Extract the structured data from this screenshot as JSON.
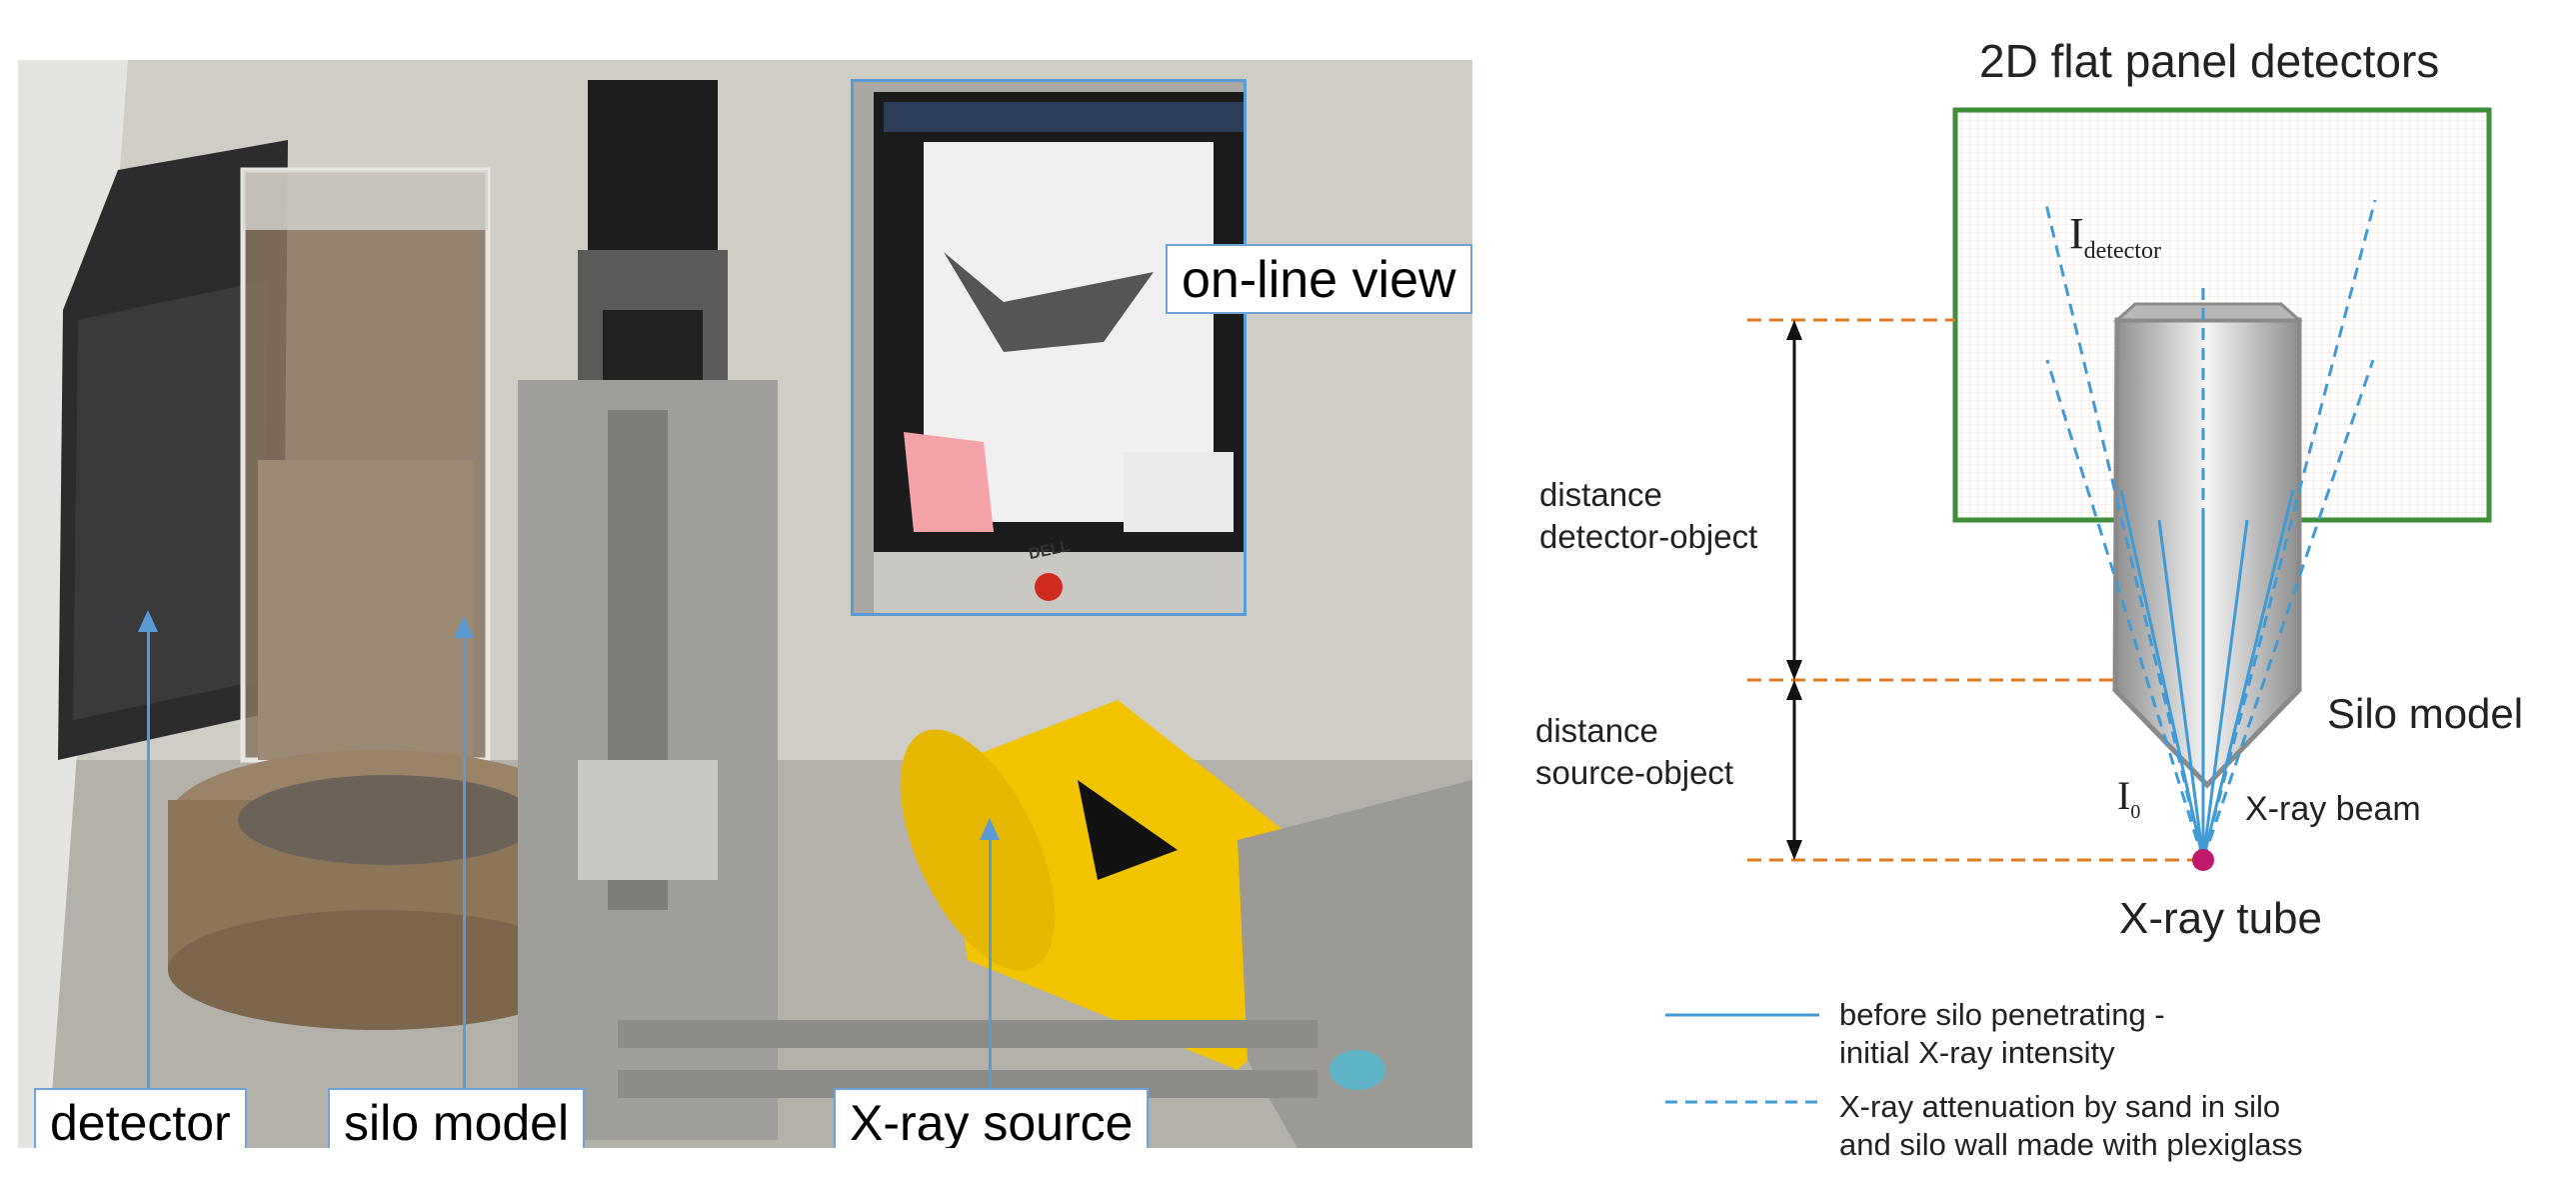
{
  "photo": {
    "labels": {
      "detector": "detector",
      "silo_model": "silo model",
      "xray_source": "X-ray source",
      "online_view": "on-line view"
    },
    "brand_text": "DELL",
    "colors": {
      "callout_border": "#6fa3d6",
      "arrow": "#5b9bd5",
      "xray_housing": "#f2c400"
    }
  },
  "diagram": {
    "title": "2D flat panel detectors",
    "i_detector": {
      "base": "I",
      "sub": "detector"
    },
    "i_zero": {
      "base": "I",
      "sub": "0"
    },
    "distance_detector_object": [
      "distance",
      "detector-object"
    ],
    "distance_source_object": [
      "distance",
      "source-object"
    ],
    "silo_model": "Silo model",
    "xray_beam": "X-ray beam",
    "xray_tube": "X-ray tube",
    "legend": {
      "solid": [
        "before silo penetrating -",
        "initial X-ray intensity"
      ],
      "dashed": [
        "X-ray attenuation by sand in silo",
        "and silo wall made with plexiglass"
      ]
    },
    "colors": {
      "detector_border": "#3f8f3a",
      "beam": "#3f9ad6",
      "guide": "#e07a1f",
      "tube": "#c0186a"
    }
  }
}
